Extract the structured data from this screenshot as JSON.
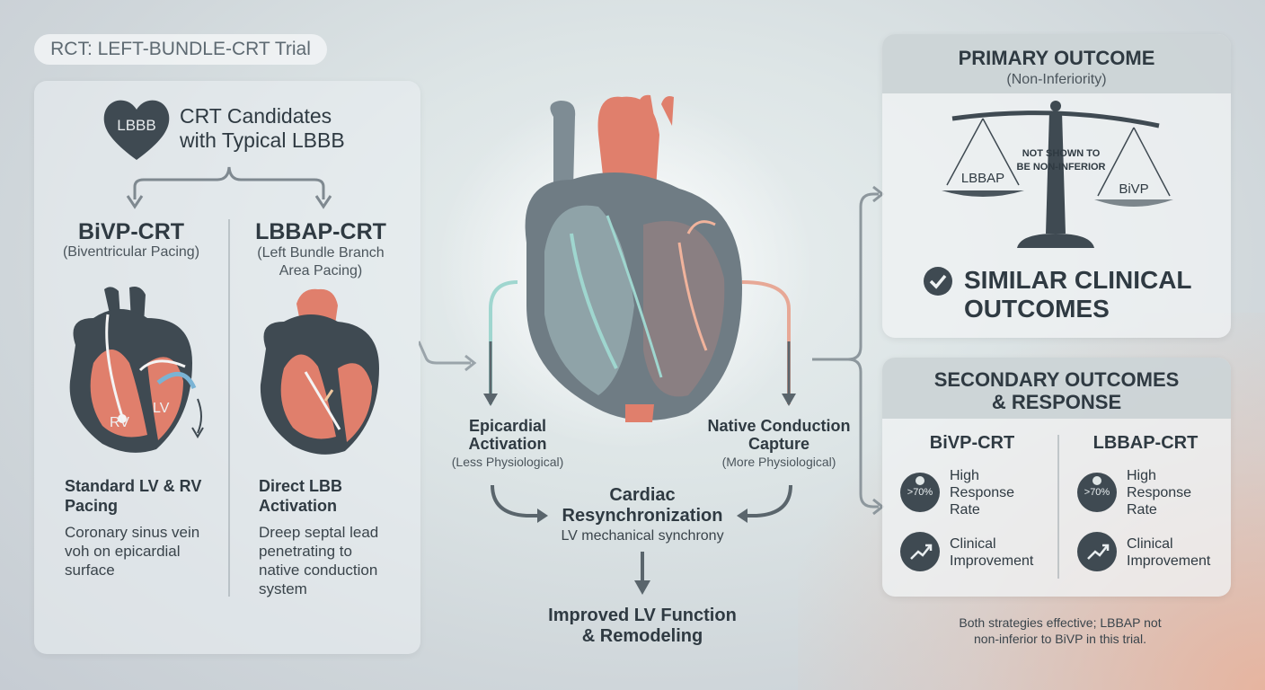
{
  "header": {
    "trial": "RCT: LEFT-BUNDLE-CRT Trial"
  },
  "left": {
    "heart_badge": "LBBB",
    "candidates": "CRT Candidates\nwith Typical LBBB",
    "bivp": {
      "title": "BiVP-CRT",
      "subtitle": "(Biventricular Pacing)",
      "label_rv": "RV",
      "label_lv": "LV",
      "method": "Standard LV & RV\nPacing",
      "desc": "Coronary sinus vein\nvoh on epicardial\nsurface"
    },
    "lbbap": {
      "title": "LBBAP-CRT",
      "subtitle": "(Left Bundle Branch\nArea Pacing)",
      "method": "Direct LBB\nActivation",
      "desc": "Dreep septal lead\npenetrating to\nnative conduction\nsystem"
    }
  },
  "center": {
    "epi_title": "Epicardial\nActivation",
    "epi_sub": "(Less Physiological)",
    "native_title": "Native Conduction\nCapture",
    "native_sub": "(More Physiological)",
    "resync_title": "Cardiac\nResynchronization",
    "resync_sub": "LV mechanical synchrony",
    "improved": "Improved LV Function\n& Remodeling"
  },
  "primary": {
    "title": "PRIMARY OUTCOME",
    "subtitle": "(Non-Inferiority)",
    "scale_left": "LBBAP",
    "scale_right": "BiVP",
    "scale_note": "NOT SHOWN TO\nBE NON-INFERIOR",
    "result": "SIMILAR CLINICAL\nOUTCOMES"
  },
  "secondary": {
    "title": "SECONDARY OUTCOMES\n& RESPONSE",
    "col_bivp": "BiVP-CRT",
    "col_lbbap": "LBBAP-CRT",
    "response_badge": ">70%",
    "response_label": "High\nResponse\nRate",
    "clinical_label": "Clinical\nImprovement"
  },
  "footer": {
    "note": "Both strategies effective; LBBAP not\nnon-inferior to BiVP in this trial."
  },
  "colors": {
    "accent_coral": "#e07f6c",
    "dark_slate": "#3f4a52",
    "teal_flow": "#9fd6cf"
  }
}
